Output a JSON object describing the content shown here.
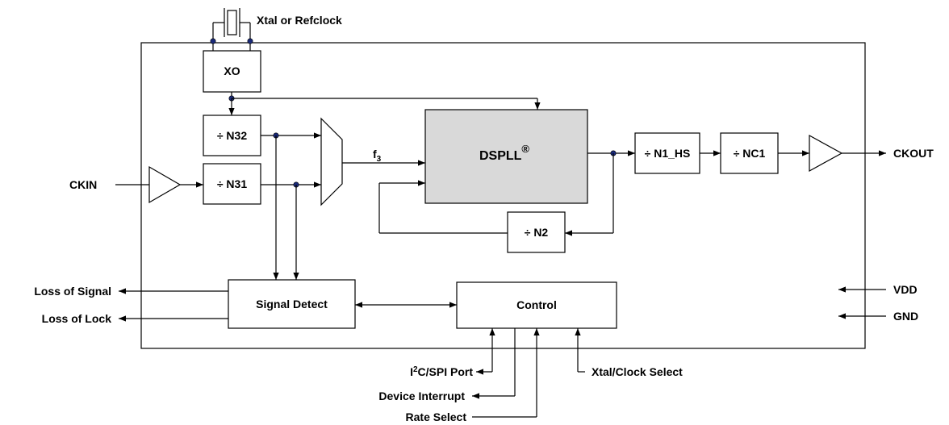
{
  "labels": {
    "xtal": "Xtal or Refclock",
    "ckin": "CKIN",
    "ckout": "CKOUT",
    "f3_main": "f",
    "f3_sub": "3",
    "vdd": "VDD",
    "gnd": "GND",
    "los": "Loss of Signal",
    "lol": "Loss of Lock",
    "i2c_pre": "I",
    "i2c_sup": "2",
    "i2c_post": "C/SPI Port",
    "dev_int": "Device Interrupt",
    "rate_sel": "Rate Select",
    "xtal_sel": "Xtal/Clock Select"
  },
  "blocks": {
    "xo": "XO",
    "n32": "÷ N32",
    "n31": "÷ N31",
    "dspll": "DSPLL",
    "dspll_reg": "®",
    "n1hs": "÷ N1_HS",
    "nc1": "÷ NC1",
    "n2": "÷ N2",
    "signal_detect": "Signal Detect",
    "control": "Control"
  },
  "colors": {
    "dspll_fill": "#d9d9d9",
    "junction": "#1a2a7a"
  }
}
